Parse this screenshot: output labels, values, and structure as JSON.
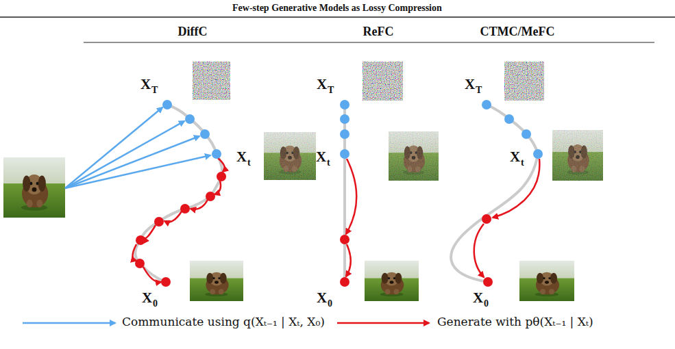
{
  "diagram": {
    "title": "Few-step Generative Models as Lossy Compression",
    "labels": [
      "DiffC",
      "ReFC",
      "CTMC/MeFC",
      "X",
      "T",
      "X",
      "t",
      "X",
      "0",
      "X",
      "T",
      "X",
      "t",
      "X",
      "0",
      "X",
      "T",
      "X",
      "t",
      "X",
      "0"
    ],
    "legend": [
      {
        "text": "Communicate using q(Xₜ₋₁ | Xₜ, X₀)"
      },
      {
        "text": "Generate with pθ(Xₜ₋₁ | Xₜ)"
      }
    ]
  }
}
